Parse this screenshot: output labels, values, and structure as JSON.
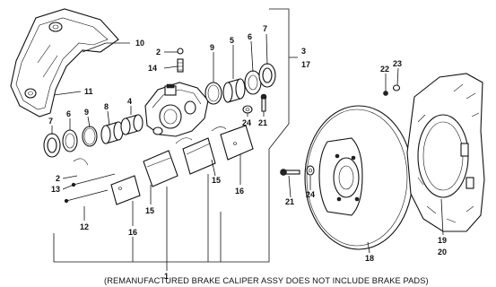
{
  "diagram": {
    "caption": "(REMANUFACTURED BRAKE CALIPER ASSY DOES NOT INCLUDE BRAKE PADS)",
    "callouts": {
      "c1": "1",
      "c2a": "2",
      "c2b": "2",
      "c3": "3",
      "c4": "4",
      "c5": "5",
      "c6a": "6",
      "c6b": "6",
      "c7a": "7",
      "c7b": "7",
      "c8": "8",
      "c9a": "9",
      "c9b": "9",
      "c10": "10",
      "c11": "11",
      "c12": "12",
      "c13": "13",
      "c14": "14",
      "c15a": "15",
      "c15b": "15",
      "c16a": "16",
      "c16b": "16",
      "c17": "17",
      "c18": "18",
      "c19": "19",
      "c20": "20",
      "c21a": "21",
      "c21b": "21",
      "c22": "22",
      "c23": "23",
      "c24a": "24",
      "c24b": "24"
    }
  }
}
